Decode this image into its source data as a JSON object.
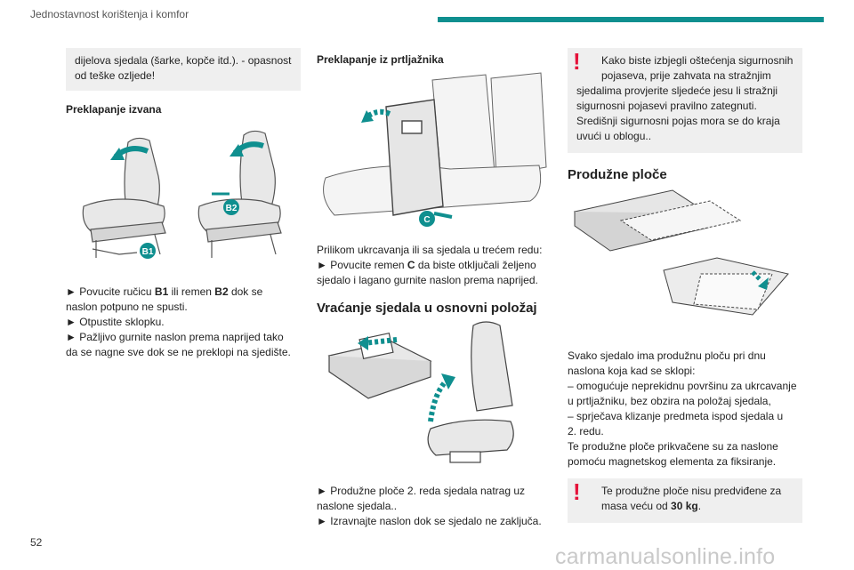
{
  "header": {
    "title": "Jednostavnost korištenja i komfor",
    "accent_color": "#0f8f8f"
  },
  "page_number": "52",
  "watermark": "carmanualsonline.info",
  "col1": {
    "note_line1": "dijelova sjedala (šarke, kopče itd.). - opasnost",
    "note_line2": "od teške ozljede!",
    "heading": "Preklapanje izvana",
    "callout_b1": "B1",
    "callout_b2": "B2",
    "step1_prefix": "► Povucite ručicu ",
    "step1_b1": "B1",
    "step1_mid": " ili remen ",
    "step1_b2": "B2",
    "step1_suffix": " dok se",
    "step1_line2": "naslon potpuno ne spusti.",
    "step2": "► Otpustite sklopku.",
    "step3_line1": "► Pažljivo gurnite naslon prema naprijed tako",
    "step3_line2": "da se nagne sve dok se ne preklopi na sjedište."
  },
  "col2": {
    "heading": "Preklapanje iz prtljažnika",
    "callout_c": "C",
    "intro": "Prilikom ukrcavanja ili sa sjedala u trećem redu:",
    "step1_prefix": "► Povucite remen ",
    "step1_c": "C",
    "step1_suffix": " da biste otključali željeno",
    "step1_line2": "sjedalo i lagano gurnite naslon prema naprijed.",
    "heading2": "Vraćanje sjedala u osnovni položaj",
    "step2_line1": "► Produžne ploče 2. reda sjedala natrag uz",
    "step2_line2": "naslone sjedala..",
    "step3": "► Izravnajte naslon dok se sjedalo ne zaključa."
  },
  "col3": {
    "warn_line1": "Kako biste izbjegli oštećenja sigurnosnih",
    "warn_line2": "pojaseva, prije zahvata na stražnjim",
    "warn_line3": "sjedalima provjerite sljedeće jesu li stražnji",
    "warn_line4": "sigurnosni pojasevi pravilno zategnuti.",
    "warn_line5": "Središnji sigurnosni pojas mora se do kraja",
    "warn_line6": "uvući u oblogu..",
    "heading": "Produžne ploče",
    "body_line1": "Svako sjedalo ima produžnu ploču pri dnu",
    "body_line2": "naslona koja kad se sklopi:",
    "body_line3": "– omogućuje neprekidnu površinu za ukrcavanje",
    "body_line4": "u prtljažniku, bez obzira na položaj sjedala,",
    "body_line5": "– sprječava klizanje predmeta ispod sjedala u",
    "body_line6": "2. redu.",
    "body_line7": "Te produžne ploče prikvačene su za naslone",
    "body_line8": "pomoću magnetskog elementa za fiksiranje.",
    "warn2_line1": "Te produžne ploče nisu predviđene za",
    "warn2_prefix": "masa veću od ",
    "warn2_bold": "30 kg",
    "warn2_suffix": "."
  },
  "icons": {
    "warning": "warning-exclamation-icon",
    "arrow": "teal-arrow-icon"
  }
}
